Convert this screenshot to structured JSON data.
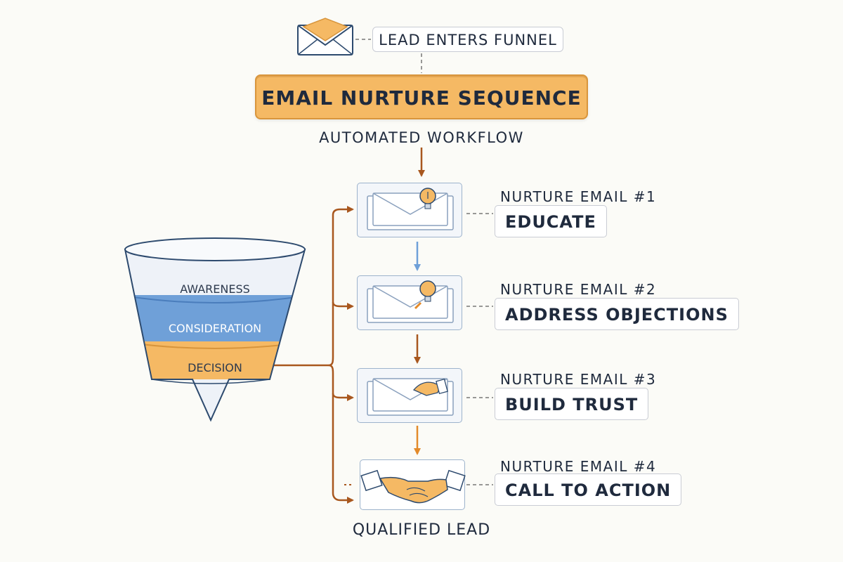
{
  "header": {
    "lead_enters": "LEAD ENTERS FUNNEL",
    "sequence_title": "EMAIL NURTURE SEQUENCE",
    "workflow_label": "AUTOMATED WORKFLOW"
  },
  "funnel": {
    "stages": [
      {
        "label": "AWARENESS",
        "color": "#eef2f8"
      },
      {
        "label": "CONSIDERATION",
        "color": "#6fa0d8"
      },
      {
        "label": "DECISION",
        "color": "#f5b964"
      }
    ]
  },
  "emails": [
    {
      "title": "NURTURE EMAIL #1",
      "subject": "EDUCATE",
      "icon": "lightbulb-icon"
    },
    {
      "title": "NURTURE EMAIL #2",
      "subject": "ADDRESS OBJECTIONS",
      "icon": "lightbulb-icon"
    },
    {
      "title": "NURTURE EMAIL #3",
      "subject": "BUILD TRUST",
      "icon": "handshake-icon"
    },
    {
      "title": "NURTURE EMAIL #4",
      "subject": "CALL TO ACTION",
      "icon": "handshake-icon"
    }
  ],
  "footer": {
    "qualified_lead": "QUALIFIED LEAD"
  },
  "colors": {
    "accent_orange": "#f5b964",
    "arrow_brown": "#a8571e",
    "arrow_blue": "#6fa0d8",
    "card_border": "#9db3cc"
  }
}
